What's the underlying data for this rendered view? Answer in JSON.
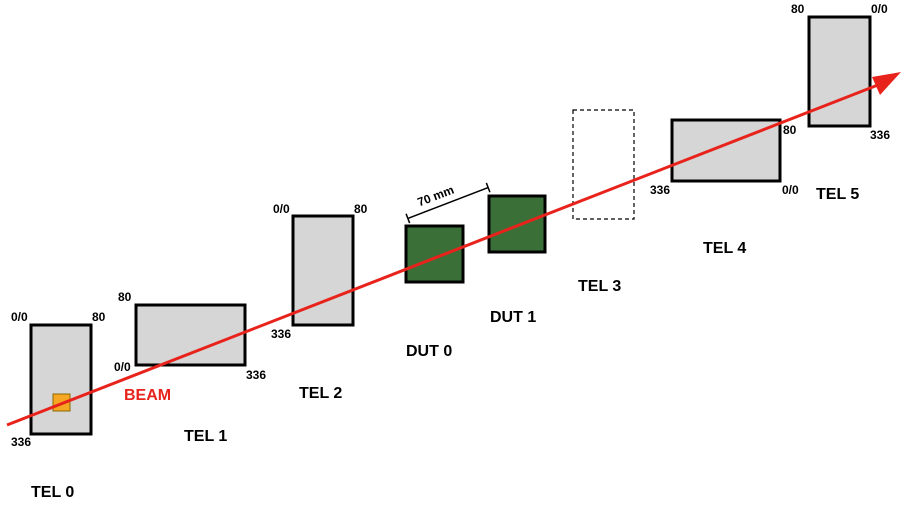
{
  "colors": {
    "telescope_fill": "#d6d6d6",
    "dut_fill": "#3a7038",
    "beam": "#e8231c",
    "roi_fill": "#f5a623",
    "outline": "#000000"
  },
  "beam": {
    "label": "BEAM"
  },
  "dimension": {
    "label": "70 mm"
  },
  "planes": [
    {
      "id": "tel0",
      "name": "TEL 0",
      "corner_top_left": "0/0",
      "corner_top_right": "80",
      "corner_bottom_left": "336"
    },
    {
      "id": "tel1",
      "name": "TEL 1",
      "corner_top_left": "80",
      "corner_bottom_left": "0/0",
      "corner_bottom_right": "336"
    },
    {
      "id": "tel2",
      "name": "TEL 2",
      "corner_top_left": "0/0",
      "corner_top_right": "80",
      "corner_bottom_left": "336"
    },
    {
      "id": "dut0",
      "name": "DUT 0"
    },
    {
      "id": "dut1",
      "name": "DUT 1"
    },
    {
      "id": "tel3",
      "name": "TEL 3"
    },
    {
      "id": "tel4",
      "name": "TEL 4",
      "corner_top_right": "80",
      "corner_bottom_left": "336",
      "corner_bottom_right": "0/0"
    },
    {
      "id": "tel5",
      "name": "TEL 5",
      "corner_top_left": "80",
      "corner_top_right": "0/0",
      "corner_bottom_right": "336"
    }
  ]
}
